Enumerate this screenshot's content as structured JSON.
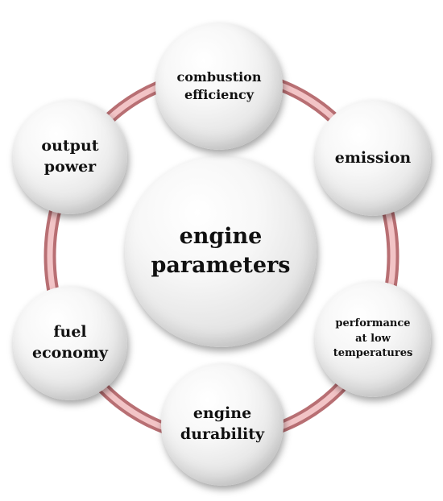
{
  "diagram": {
    "center_label": "engine\nparameters",
    "nodes": [
      {
        "id": "combustion",
        "label": "combustion\nefficiency"
      },
      {
        "id": "emission",
        "label": "emission"
      },
      {
        "id": "performance",
        "label": "performance\nat low\ntemperatures"
      },
      {
        "id": "durability",
        "label": "engine\ndurability"
      },
      {
        "id": "fuel",
        "label": "fuel\neconomy"
      },
      {
        "id": "output",
        "label": "output\npower"
      }
    ],
    "colors": {
      "ring_outer": "#b86f73",
      "ring_inner": "#f2c4c6",
      "node_highlight": "#ffffff",
      "node_shadow": "#bdbdbd",
      "text": "#111111"
    }
  }
}
